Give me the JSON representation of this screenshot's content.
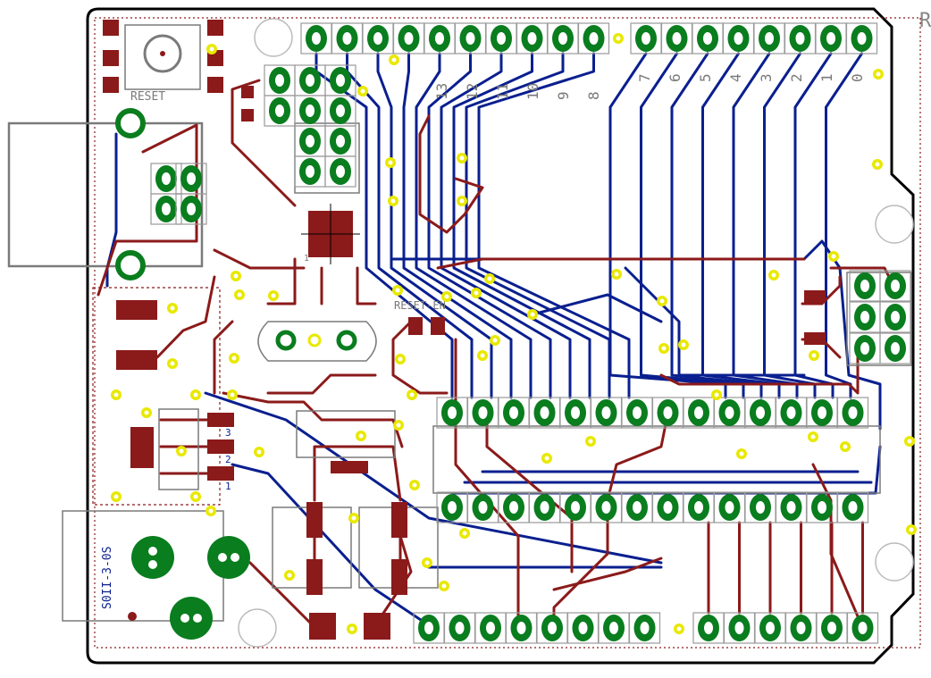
{
  "title_fragment": "R",
  "labels": {
    "reset": "RESET",
    "reset_en": "RESET-EN",
    "power_jack": "S0II-3-0S",
    "reg_pin1": "1",
    "reg_pin2": "2",
    "reg_pin3": "3",
    "usb_pin": "1"
  },
  "header_top_left": [
    "13",
    "12",
    "11",
    "10",
    "9",
    "8"
  ],
  "header_top_right": [
    "7",
    "6",
    "5",
    "4",
    "3",
    "2",
    "1",
    "0"
  ],
  "colors": {
    "background": "#ffffff",
    "outline": "#000000",
    "top_copper": "#8b1a1a",
    "bottom_copper": "#0a1f8f",
    "pad": "#0a7d1e",
    "via": "#e8e800",
    "silk": "#7a7a7a"
  }
}
